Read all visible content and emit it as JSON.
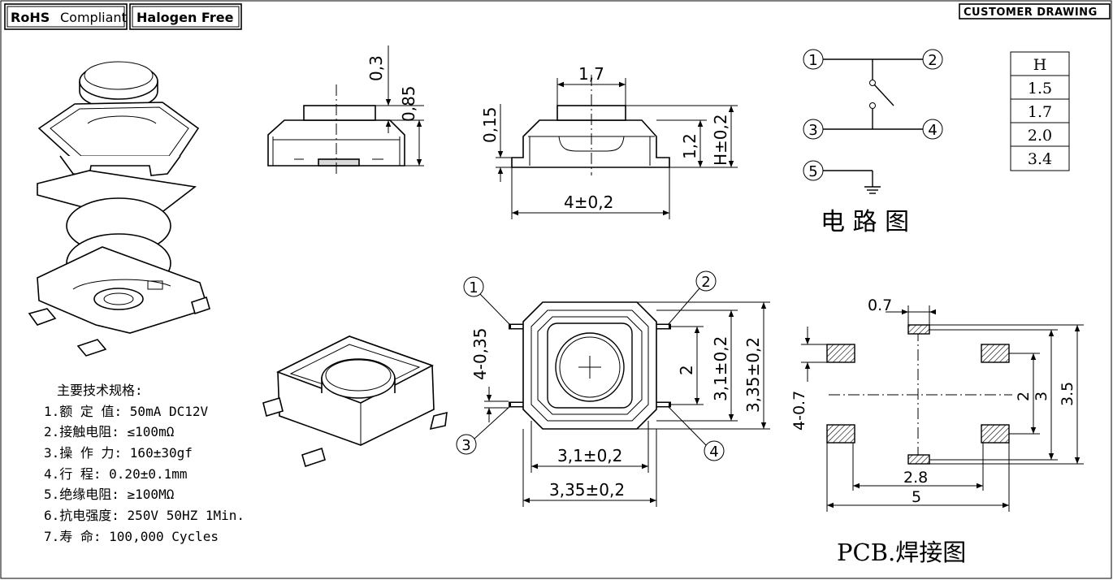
{
  "badges": {
    "rohs_bold": "RoHS",
    "rohs_rest": "Compliant",
    "halogen": "Halogen Free"
  },
  "customer_drawing": "CUSTOMER DRAWING",
  "side_view": {
    "dim_top": "0,3",
    "dim_mid": "0,85"
  },
  "front_view": {
    "dim_top": "1,7",
    "dim_left": "0,15",
    "dim_mid": "1,2",
    "dim_right": "H±0,2",
    "dim_bottom": "4±0,2"
  },
  "circuit": {
    "pins": [
      "1",
      "2",
      "3",
      "4",
      "5"
    ],
    "title": "电 路 图"
  },
  "height_table": {
    "header": "H",
    "rows": [
      "1.5",
      "1.7",
      "2.0",
      "3.4"
    ]
  },
  "top_view": {
    "pins": [
      "1",
      "2",
      "3",
      "4"
    ],
    "dim_left": "4-0,35",
    "dim_pitch": "2",
    "dim_inner_v": "3,1±0,2",
    "dim_outer_v": "3,35±0,2",
    "dim_inner_h": "3,1±0,2",
    "dim_outer_h": "3,35±0,2"
  },
  "pcb": {
    "dim_pad_w": "0.7",
    "dim_pad_h": "4-0.7",
    "dim_2": "2",
    "dim_3": "3",
    "dim_35": "3.5",
    "dim_28": "2.8",
    "dim_5": "5",
    "title": "PCB.焊接图"
  },
  "specs": {
    "title": "主要技术规格:",
    "items": [
      "1.额 定 值: 50mA DC12V",
      "2.接触电阻: ≤100mΩ",
      "3.操 作 力: 160±30gf",
      "4.行    程: 0.20±0.1mm",
      "5.绝缘电阻: ≥100MΩ",
      "6.抗电强度: 250V 50HZ 1Min.",
      "7.寿    命: 100,000 Cycles"
    ]
  }
}
